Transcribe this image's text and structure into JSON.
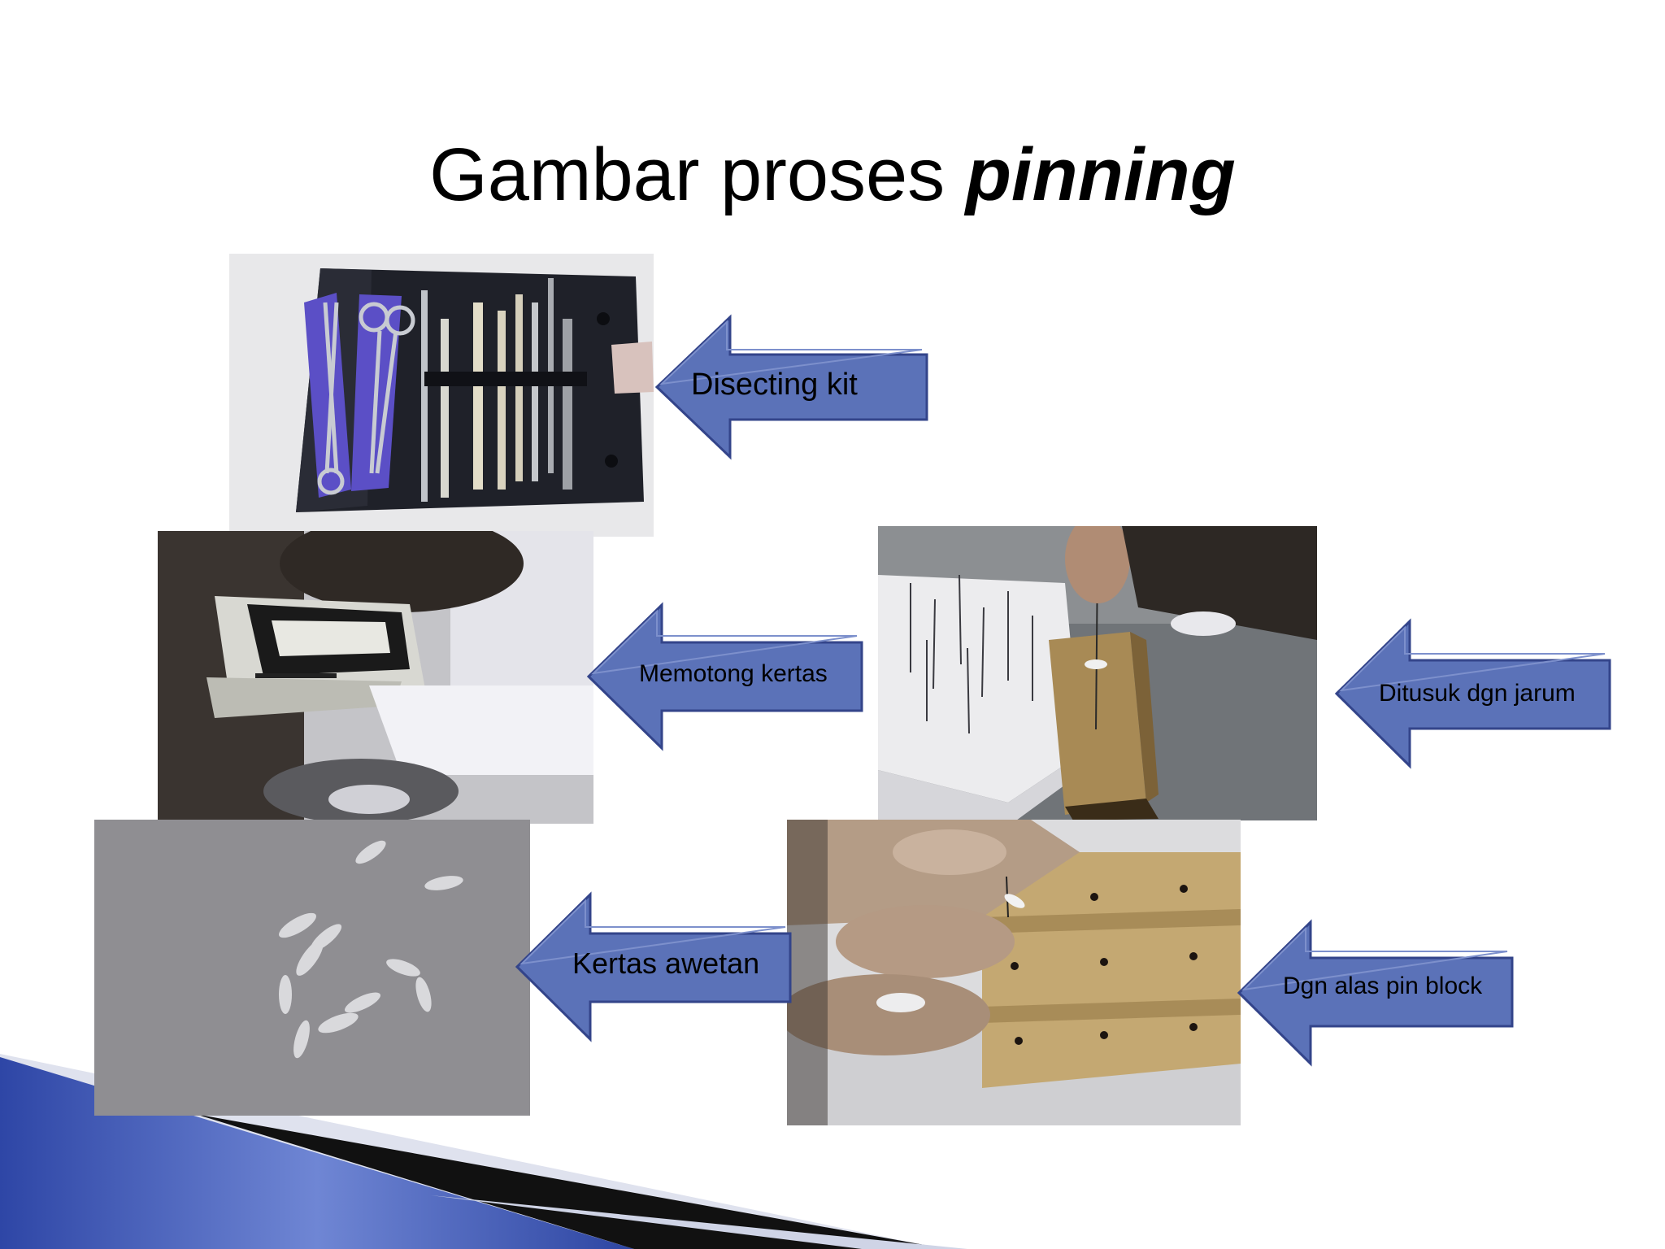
{
  "slide": {
    "title_regular": "Gambar proses ",
    "title_emphasis": "pinning"
  },
  "steps": [
    {
      "label": "Disecting kit"
    },
    {
      "label": "Memotong kertas"
    },
    {
      "label": "Ditusuk dgn jarum"
    },
    {
      "label": "Kertas awetan"
    },
    {
      "label": "Dgn alas pin block"
    }
  ],
  "colors": {
    "arrow_fill": "#5b72b8",
    "arrow_stroke": "#33448a",
    "footer_blue": "#3e56b0",
    "footer_black": "#111111",
    "footer_light": "#dfe2ee"
  }
}
